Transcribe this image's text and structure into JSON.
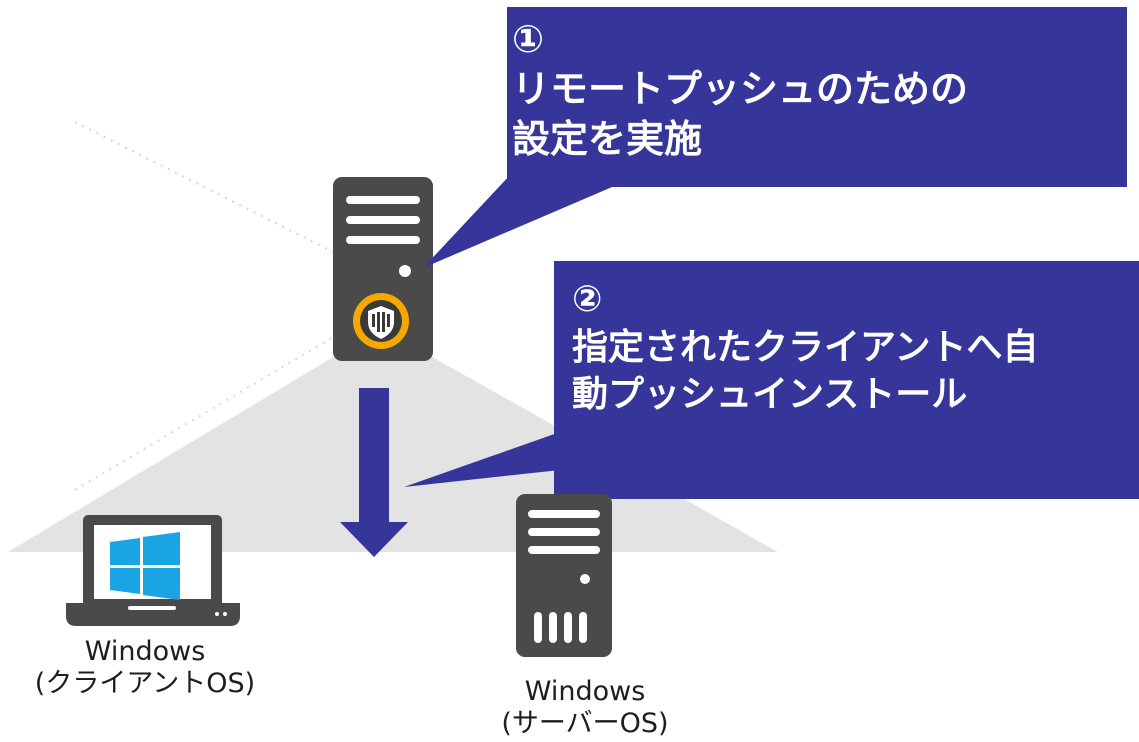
{
  "callout1": {
    "number": "①",
    "line1": "リモートプッシュのための",
    "line2": "設定を実施"
  },
  "callout2": {
    "number": "②",
    "line1": "指定されたクライアントへ自",
    "line2": "動プッシュインストール"
  },
  "client": {
    "name": "Windows",
    "type": "(クライアントOS)"
  },
  "server": {
    "name": "Windows",
    "type": "(サーバーOS)"
  },
  "colors": {
    "callout_bg": "#35359a",
    "device_gray": "#4a4a4a",
    "shield_ring": "#f5a800",
    "windows_blue": "#1aa4e4",
    "floor_gray": "#e3e3e3"
  }
}
